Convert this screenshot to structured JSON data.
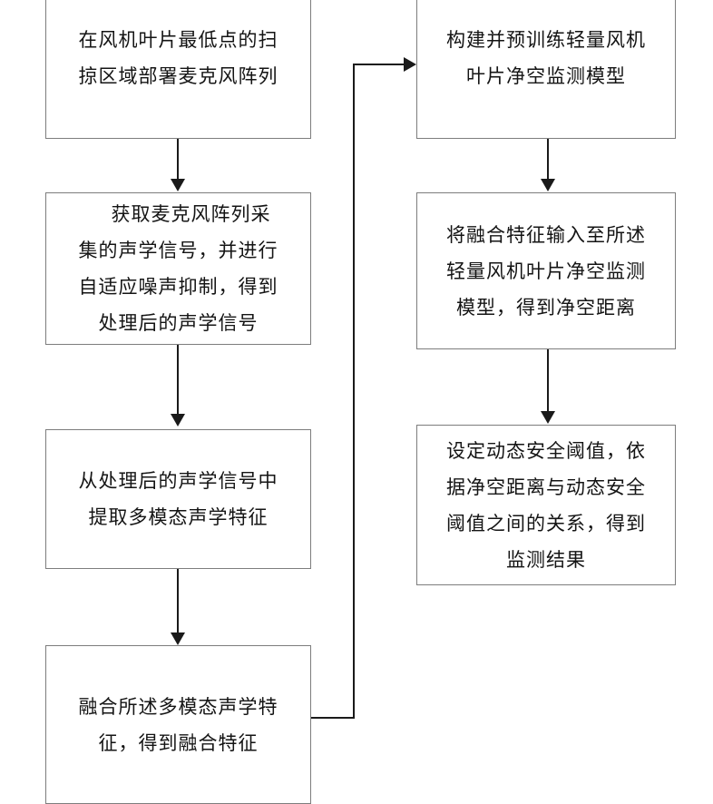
{
  "diagram": {
    "type": "flowchart",
    "title": "",
    "orientation": "two-column-vertical",
    "accent_color": "#1a1a1a",
    "box_border_color": "#7d7d7d",
    "background": "#ffffff",
    "nodes": [
      {
        "id": "n1",
        "column": "left",
        "order": 1,
        "text": "在风机叶片最低点的扫\n掠区域部署麦克风阵列"
      },
      {
        "id": "n2",
        "column": "left",
        "order": 2,
        "text": "获取麦克风阵列采\n集的声学信号，并进行\n自适应噪声抑制，得到\n处理后的声学信号"
      },
      {
        "id": "n3",
        "column": "left",
        "order": 3,
        "text": "从处理后的声学信号中\n提取多模态声学特征"
      },
      {
        "id": "n4",
        "column": "left",
        "order": 4,
        "text": "融合所述多模态声学特\n征，得到融合特征"
      },
      {
        "id": "n5",
        "column": "right",
        "order": 1,
        "text": "构建并预训练轻量风机\n叶片净空监测模型"
      },
      {
        "id": "n6",
        "column": "right",
        "order": 2,
        "text": "将融合特征输入至所述\n轻量风机叶片净空监测\n模型，得到净空距离"
      },
      {
        "id": "n7",
        "column": "right",
        "order": 3,
        "text": "设定动态安全阈值，依\n据净空距离与动态安全\n阈值之间的关系，得到\n监测结果"
      }
    ],
    "edges": [
      {
        "id": "e1",
        "from": "n1",
        "to": "n2",
        "marker": "arrow-down"
      },
      {
        "id": "e2",
        "from": "n2",
        "to": "n3",
        "marker": "arrow-down"
      },
      {
        "id": "e3",
        "from": "n3",
        "to": "n4",
        "marker": "arrow-down"
      },
      {
        "id": "e4",
        "from": "n4",
        "to": "n5",
        "marker": "arrow-right"
      },
      {
        "id": "e5",
        "from": "n5",
        "to": "n6",
        "marker": "arrow-down"
      },
      {
        "id": "e6",
        "from": "n6",
        "to": "n7",
        "marker": "arrow-down"
      }
    ]
  }
}
